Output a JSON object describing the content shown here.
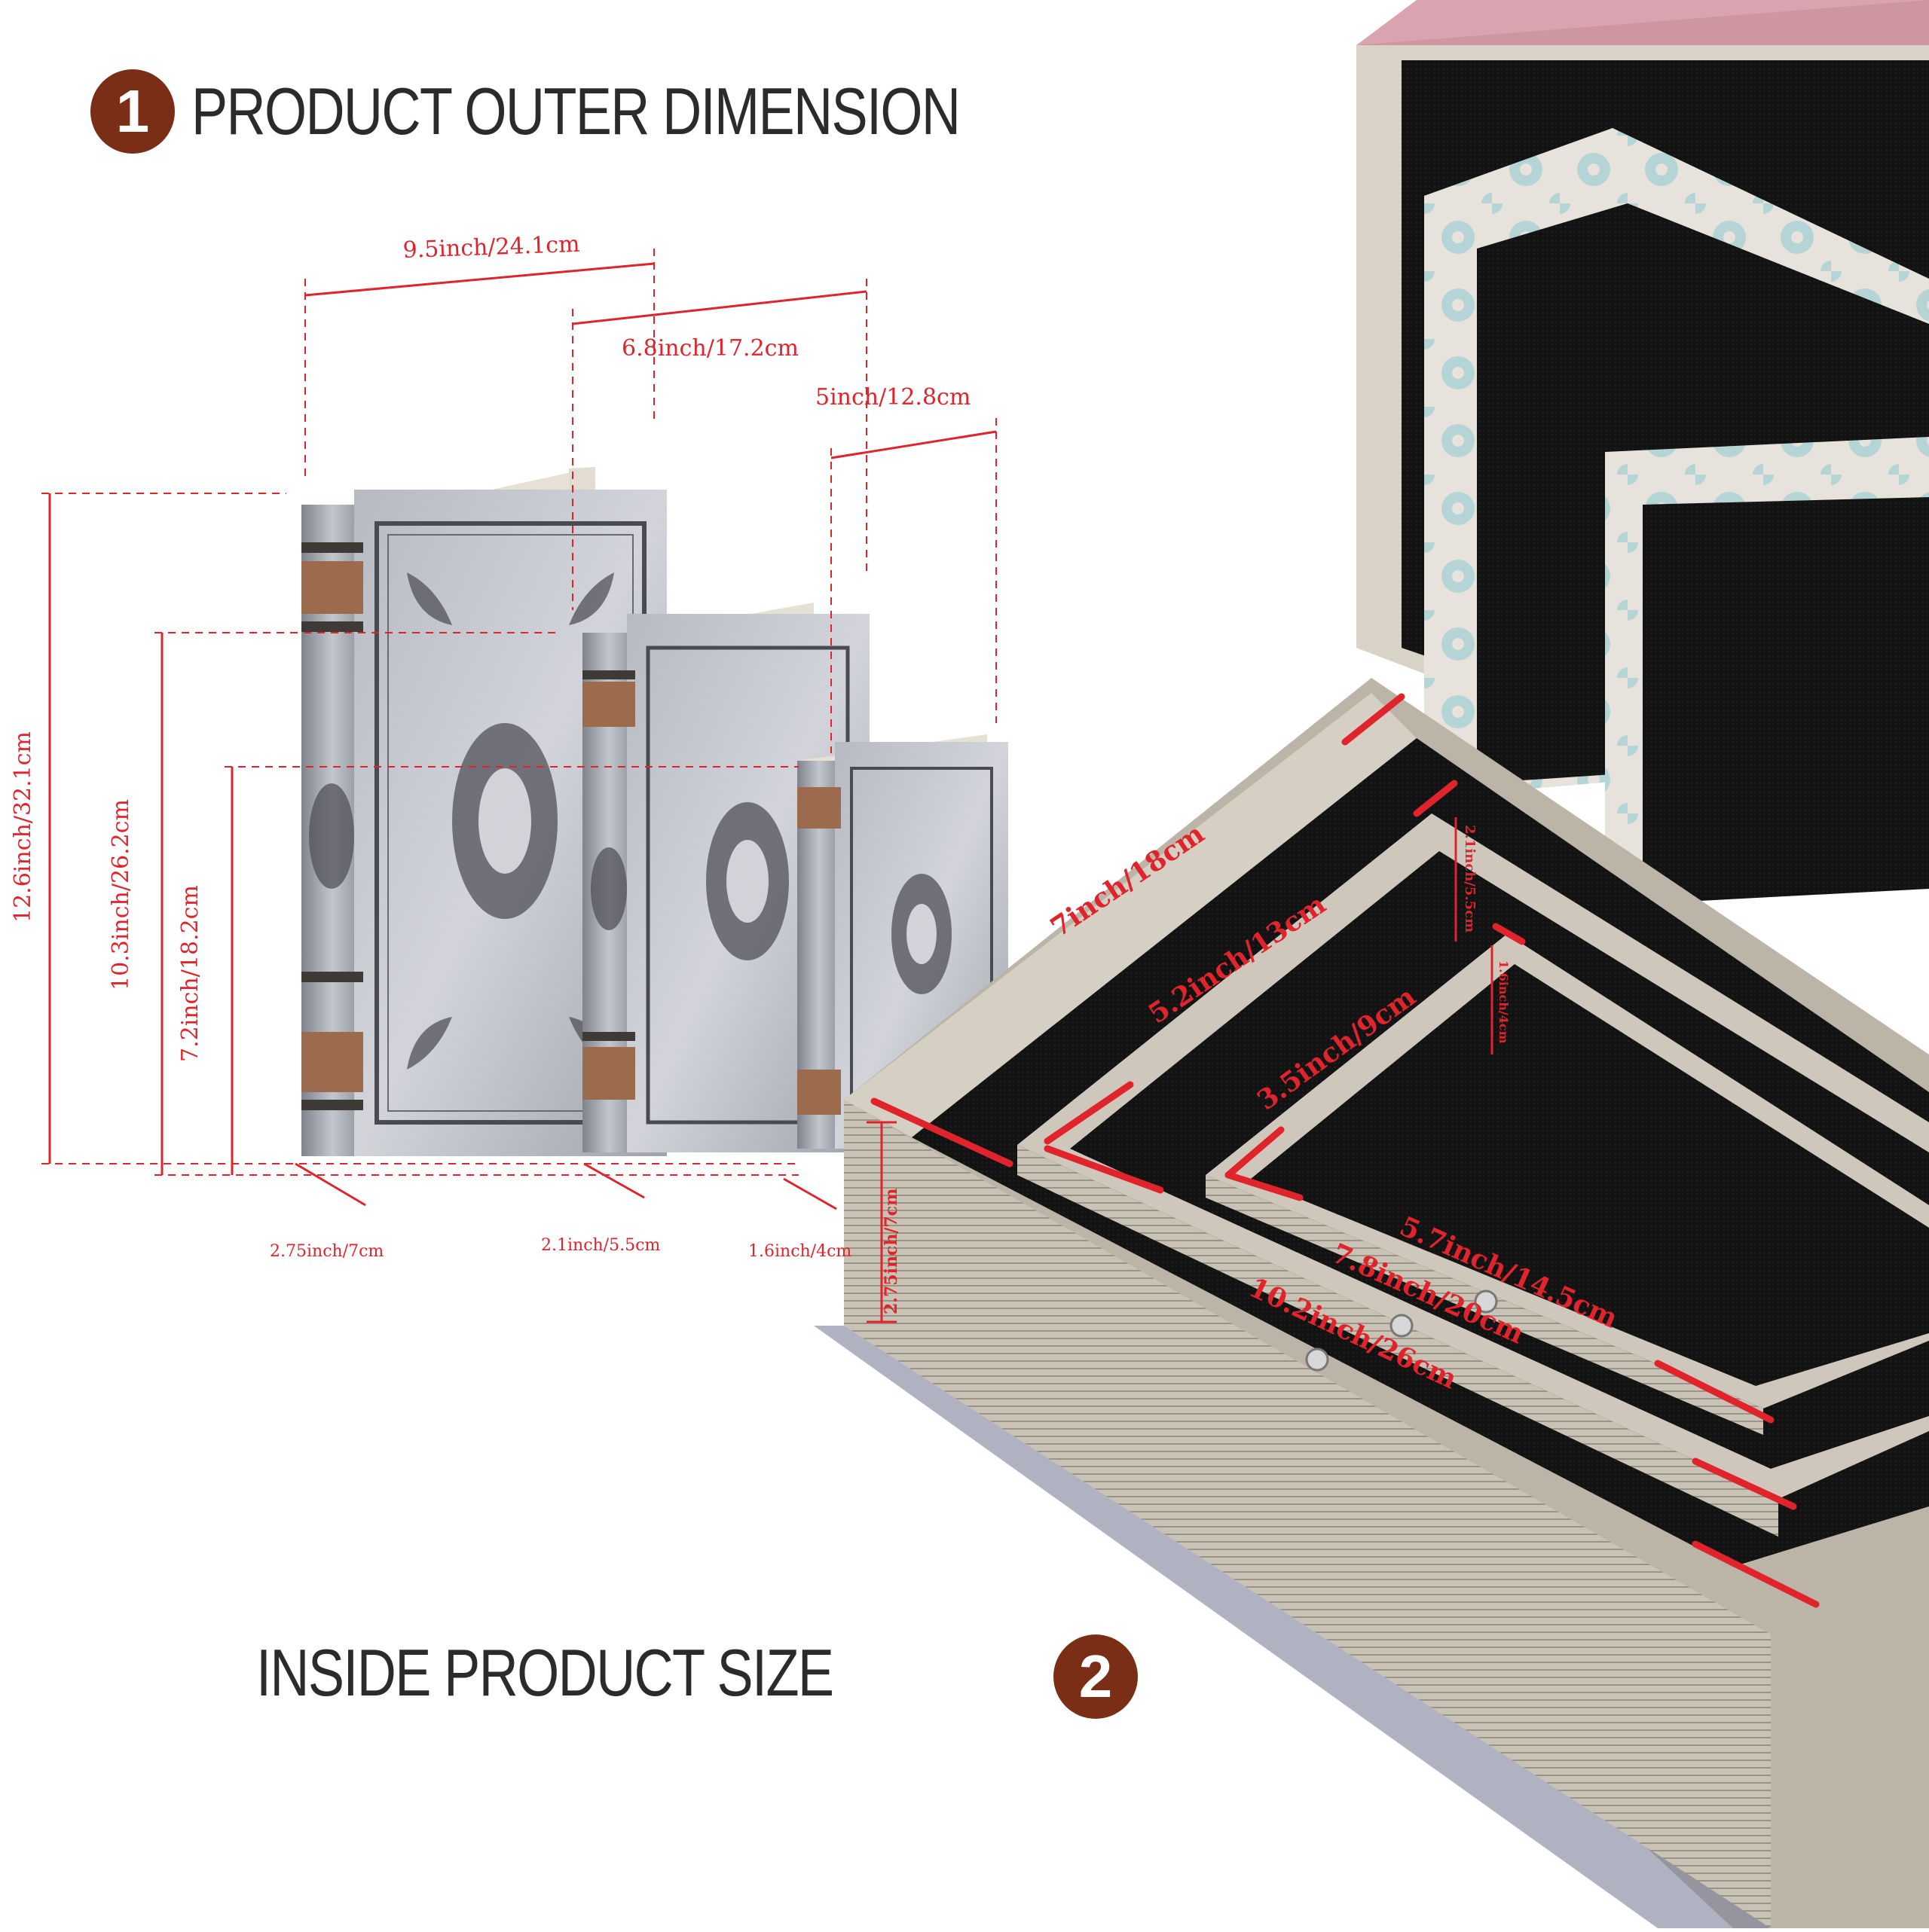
{
  "headings": {
    "outer": {
      "number": "1",
      "label": "PRODUCT OUTER DIMENSION"
    },
    "inside": {
      "number": "2",
      "label": "INSIDE PRODUCT SIZE"
    }
  },
  "outer_dimensions": {
    "width_large": "9.5inch/24.1cm",
    "width_medium": "6.8inch/17.2cm",
    "width_small": "5inch/12.8cm",
    "height_large": "12.6inch/32.1cm",
    "height_medium": "10.3inch/26.2cm",
    "height_small": "7.2inch/18.2cm",
    "depth_large": "2.75inch/7cm",
    "depth_medium": "2.1inch/5.5cm",
    "depth_small": "1.6inch/4cm"
  },
  "inside_dimensions": {
    "width_large": "7inch/18cm",
    "width_medium": "5.2inch/13cm",
    "width_small": "3.5inch/9cm",
    "length_large": "10.2inch/26cm",
    "length_medium": "7.8inch/20cm",
    "length_small": "5.7inch/14.5cm",
    "depth_large": "2.75inch/7cm",
    "depth_medium": "2.1inch/5.5cm",
    "depth_small": "1.6inch/4cm"
  },
  "colors": {
    "badge": "#7a2e15",
    "dimension_line": "#e0242b",
    "heading_text": "#2b2b2b"
  }
}
